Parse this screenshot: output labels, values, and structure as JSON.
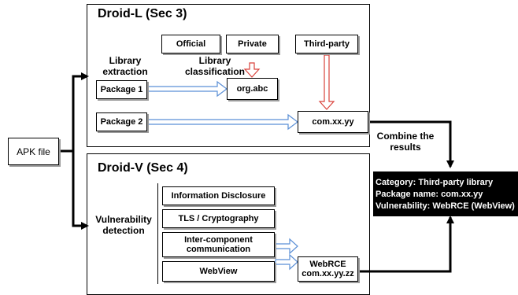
{
  "apk": {
    "label": "APK file"
  },
  "droid_l": {
    "title": "Droid-L (Sec 3)",
    "library_extraction": [
      "Library",
      "extraction"
    ],
    "library_classification": [
      "Library",
      "classification"
    ],
    "official": "Official",
    "private": "Private",
    "third_party": "Third-party",
    "package1": "Package 1",
    "package2": "Package 2",
    "org_abc": "org.abc",
    "com_xx_yy": "com.xx.yy"
  },
  "combine": [
    "Combine the",
    "results"
  ],
  "droid_v": {
    "title": "Droid-V (Sec 4)",
    "vulnerability_detection": [
      "Vulnerability",
      "detection"
    ],
    "info_disclosure": "Information Disclosure",
    "tls": "TLS / Cryptography",
    "icc": [
      "Inter-component",
      "communication"
    ],
    "webview": "WebView",
    "webrce": "WebRCE",
    "webrce_pkg": "com.xx.yy.zz"
  },
  "result": {
    "category": "Category: Third-party library",
    "package": "Package name: com.xx.yy",
    "vulnerability": "Vulnerability: WebRCE (WebView)"
  },
  "colors": {
    "blue": "#5b8fd6",
    "red": "#d9423b"
  }
}
